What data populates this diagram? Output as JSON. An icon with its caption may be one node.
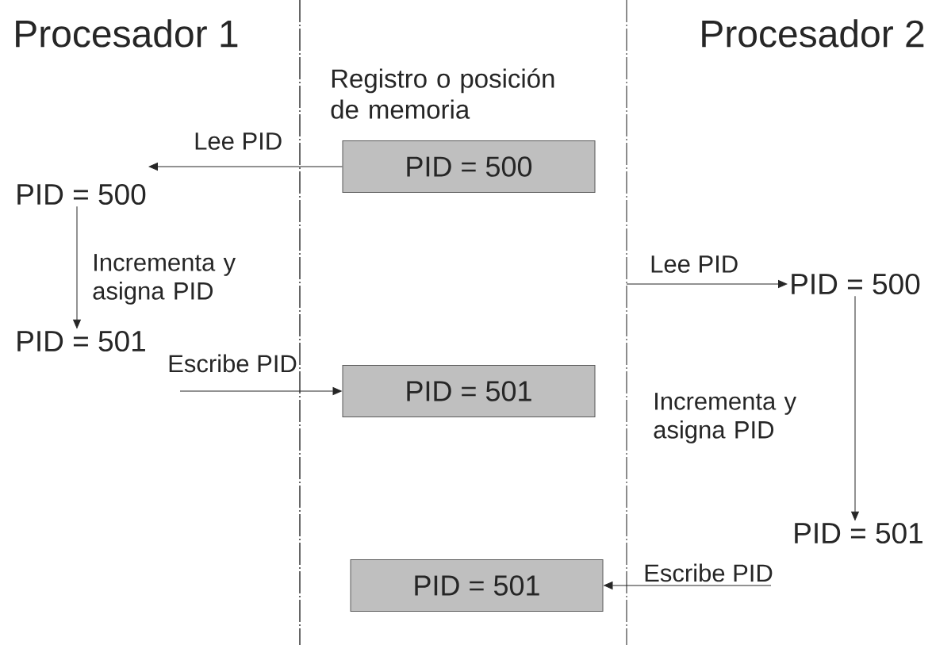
{
  "diagram": {
    "nodes": [
      {
        "text": [
          "PID = 500"
        ]
      },
      {
        "text": [
          "PID = 501"
        ]
      },
      {
        "text": [
          "PID = 501"
        ]
      },
      {
        "text": [
          "PID = 500"
        ]
      },
      {
        "text": [
          "PID = 501"
        ]
      },
      {
        "text": [
          "PID = 500"
        ]
      },
      {
        "text": [
          "PID = 501"
        ]
      }
    ],
    "edges": [
      {
        "from": 0,
        "to": 3,
        "arrow": "to",
        "label": "Lee PID"
      },
      {
        "from": 3,
        "to": 4,
        "arrow": "to",
        "label": "Incrementa y asigna PID"
      },
      {
        "from": 4,
        "to": 1,
        "arrow": "to",
        "label": "Escribe PID"
      },
      {
        "from": null,
        "to": 5,
        "arrow": "to",
        "label": "Lee PID"
      },
      {
        "from": 5,
        "to": 6,
        "arrow": "to",
        "label": "Incrementa y asigna PID"
      },
      {
        "from": 6,
        "to": 2,
        "arrow": "to",
        "label": "Escribe PID"
      }
    ],
    "labels": [
      "Procesador 1",
      "Procesador 2",
      "Registro o posición de memoria"
    ]
  }
}
